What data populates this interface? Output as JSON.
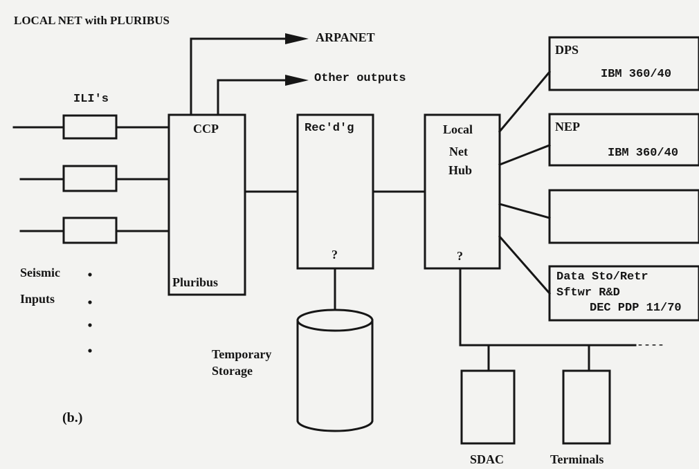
{
  "title": "LOCAL NET with PLURIBUS",
  "ili_label": "ILI's",
  "ccp": {
    "top": "CCP",
    "bottom": "Pluribus"
  },
  "recording": {
    "top": "Rec'd'g",
    "mark": "?"
  },
  "hub": {
    "line1": "Local",
    "line2": "Net",
    "line3": "Hub",
    "mark": "?"
  },
  "outputs": {
    "arpanet": "ARPANET",
    "other": "Other outputs"
  },
  "seismic": {
    "line1": "Seismic",
    "line2": "Inputs"
  },
  "storage": {
    "line1": "Temporary",
    "line2": "Storage"
  },
  "figure_label": "(b.)",
  "systems": [
    {
      "name": "DPS",
      "machine": "IBM 360/40"
    },
    {
      "name": "NEP",
      "machine": "IBM 360/40"
    },
    {
      "name": "",
      "machine": ""
    },
    {
      "name": "Data Sto/Retr",
      "line2": "Sftwr R&D",
      "machine": "DEC PDP 11/70"
    }
  ],
  "bus_continuation": "----",
  "bus_devices": {
    "sdac": "SDAC",
    "terminals": "Terminals"
  }
}
